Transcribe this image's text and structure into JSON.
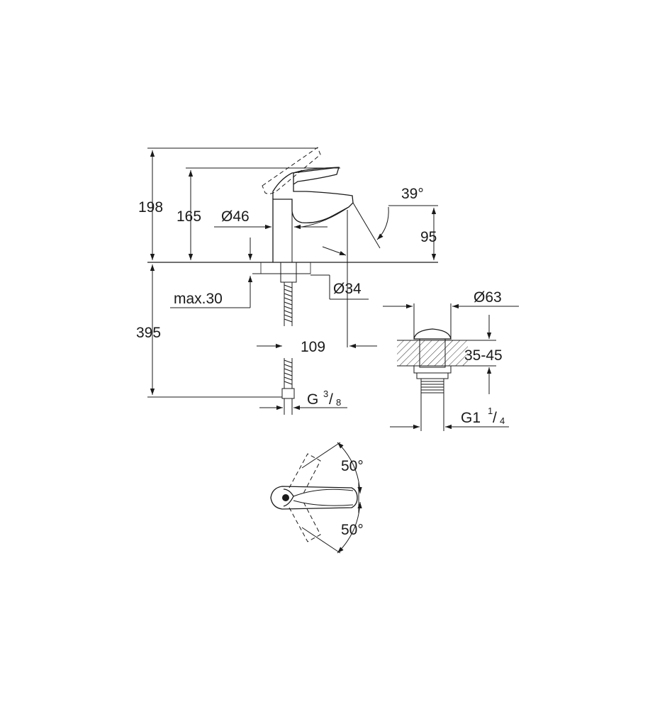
{
  "dimensions": {
    "height_198": "198",
    "height_165": "165",
    "dia_46": "Ø46",
    "angle_39": "39°",
    "height_95": "95",
    "max_30": "max.30",
    "dia_34": "Ø34",
    "length_395": "395",
    "reach_109": "109",
    "thread_g": "G",
    "thread_g_num": "3",
    "thread_g_den": "8",
    "dia_63": "Ø63",
    "range_35_45": "35-45",
    "thread_g1": "G1",
    "thread_g1_num": "1",
    "thread_g1_den": "4",
    "angle_50_top": "50°",
    "angle_50_bottom": "50°"
  }
}
